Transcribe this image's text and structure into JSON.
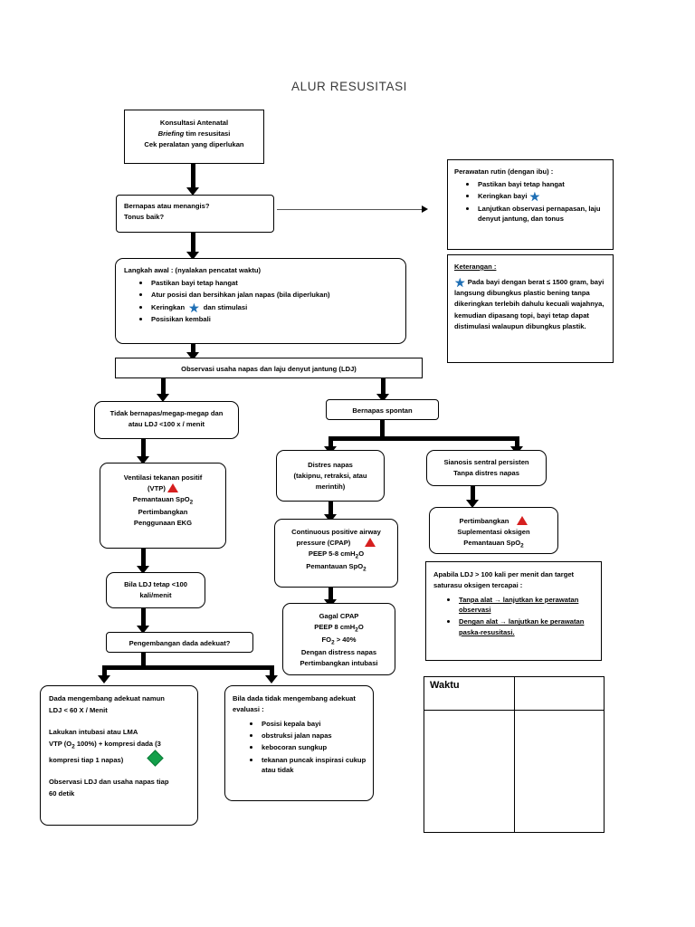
{
  "document": {
    "title": "ALUR RESUSITASI",
    "type": "flowchart"
  },
  "nodes": {
    "konsultasi": {
      "line1": "Konsultasi Antenatal",
      "line2_italic": "Briefing",
      "line2_rest": " tim resusitasi",
      "line3": "Cek peralatan yang diperlukan"
    },
    "bernapas_menangis": {
      "line1": "Bernapas  atau menangis?",
      "line2": "Tonus baik?"
    },
    "perawatan_rutin": {
      "heading": "Perawatan rutin (dengan ibu) :",
      "items": [
        "Pastikan bayi tetap hangat",
        "Keringkan bayi",
        "Lanjutkan observasi pernapasan, laju denyut jantung, dan tonus"
      ]
    },
    "keterangan": {
      "heading": "Keterangan :",
      "body": "Pada bayi dengan berat ≤ 1500 gram, bayi langsung dibungkus plastic bening tanpa dikeringkan terlebih dahulu kecuali wajahnya, kemudian dipasang topi, bayi tetap dapat distimulasi walaupun dibungkus plastik."
    },
    "langkah_awal": {
      "heading": "Langkah awal : (nyalakan pencatat waktu)",
      "items_pre": [
        "Pastikan bayi tetap hangat",
        "Atur posisi dan bersihkan jalan napas (bila diperlukan)"
      ],
      "item_star_pre": "Keringkan",
      "item_star_post": "dan stimulasi",
      "items_post": [
        "Posisikan kembali"
      ]
    },
    "observasi": {
      "text": "Observasi usaha napas dan laju denyut jantung (LDJ)"
    },
    "tidak_bernapas": {
      "line1": "Tidak bernapas/megap-megap dan",
      "line2": "atau LDJ <100 x / menit"
    },
    "bernapas_spontan": {
      "text": "Bernapas spontan"
    },
    "vtp": {
      "line1": "Ventilasi tekanan positif",
      "line2": "(VTP)",
      "line3": "Pemantauan SpO",
      "line3_sub": "2",
      "line4": "Pertimbangkan",
      "line5": "Penggunaan EKG"
    },
    "bila_ldj_tetap": {
      "line1": "Bila LDJ tetap <100",
      "line2": "kali/menit"
    },
    "pengembangan_dada": {
      "text": "Pengembangan dada adekuat?"
    },
    "distres_napas": {
      "line1": "Distres napas",
      "line2": "(takipnu, retraksi, atau",
      "line3": "merintih)"
    },
    "cpap": {
      "line1": "Continuous positive airway",
      "line2": "pressure (CPAP)",
      "line3": "PEEP 5-8 cmH",
      "line3_sub": "2",
      "line3_end": "O",
      "line4": "Pemantauan SpO",
      "line4_sub": "2"
    },
    "gagal_cpap": {
      "line1": "Gagal CPAP",
      "line2": "PEEP 8 cmH",
      "line2_sub": "2",
      "line2_end": "O",
      "line3": "FO",
      "line3_sub": "2",
      "line3_end": " > 40%",
      "line4": "Dengan distress napas",
      "line5": "Pertimbangkan intubasi"
    },
    "sianosis": {
      "line1": "Sianosis sentral persisten",
      "line2": "Tanpa distres napas"
    },
    "pertimbangkan_o2": {
      "line1": "Pertimbangkan",
      "line2": "Suplementasi oksigen",
      "line3": "Pemantauan SpO",
      "line3_sub": "2"
    },
    "apabila_ldj": {
      "heading": "Apabila LDJ > 100 kali per menit dan target saturasu oksigen tercapai :",
      "items": [
        "Tanpa alat → lanjutkan ke perawatan observasi",
        "Dengan alat → lanjutkan ke perawatan paska-resusitasi."
      ]
    },
    "dada_adekuat": {
      "p1_line1": "Dada mengembang adekuat namun",
      "p1_line2": "LDJ < 60 X / Menit",
      "p2_line1": "Lakukan intubasi atau LMA",
      "p2_line2a": "VTP (O",
      "p2_line2_sub": "2",
      "p2_line2b": " 100%) + kompresi dada (3",
      "p2_line3": "kompresi tiap 1 napas)",
      "p3_line1": "Observasi LDJ dan usaha napas tiap",
      "p3_line2": "60 detik"
    },
    "dada_tidak_adekuat": {
      "heading_line1": "Bila dada tidak mengembang adekuat",
      "heading_line2": "evaluasi :",
      "items": [
        "Posisi kepala bayi",
        "obstruksi jalan napas",
        "kebocoran sungkup",
        "tekanan puncak inspirasi cukup atau tidak"
      ]
    }
  },
  "waktu_table": {
    "header": "Waktu",
    "columns": 2,
    "rows": 2
  },
  "legend_icons": {
    "star": "★",
    "triangle": "red-triangle",
    "diamond": "green-diamond"
  },
  "colors": {
    "star_blue": "#1f6fb5",
    "triangle_red": "#d61f1f",
    "diamond_green": "#13a04a",
    "title_gray": "#3a3a3a"
  }
}
